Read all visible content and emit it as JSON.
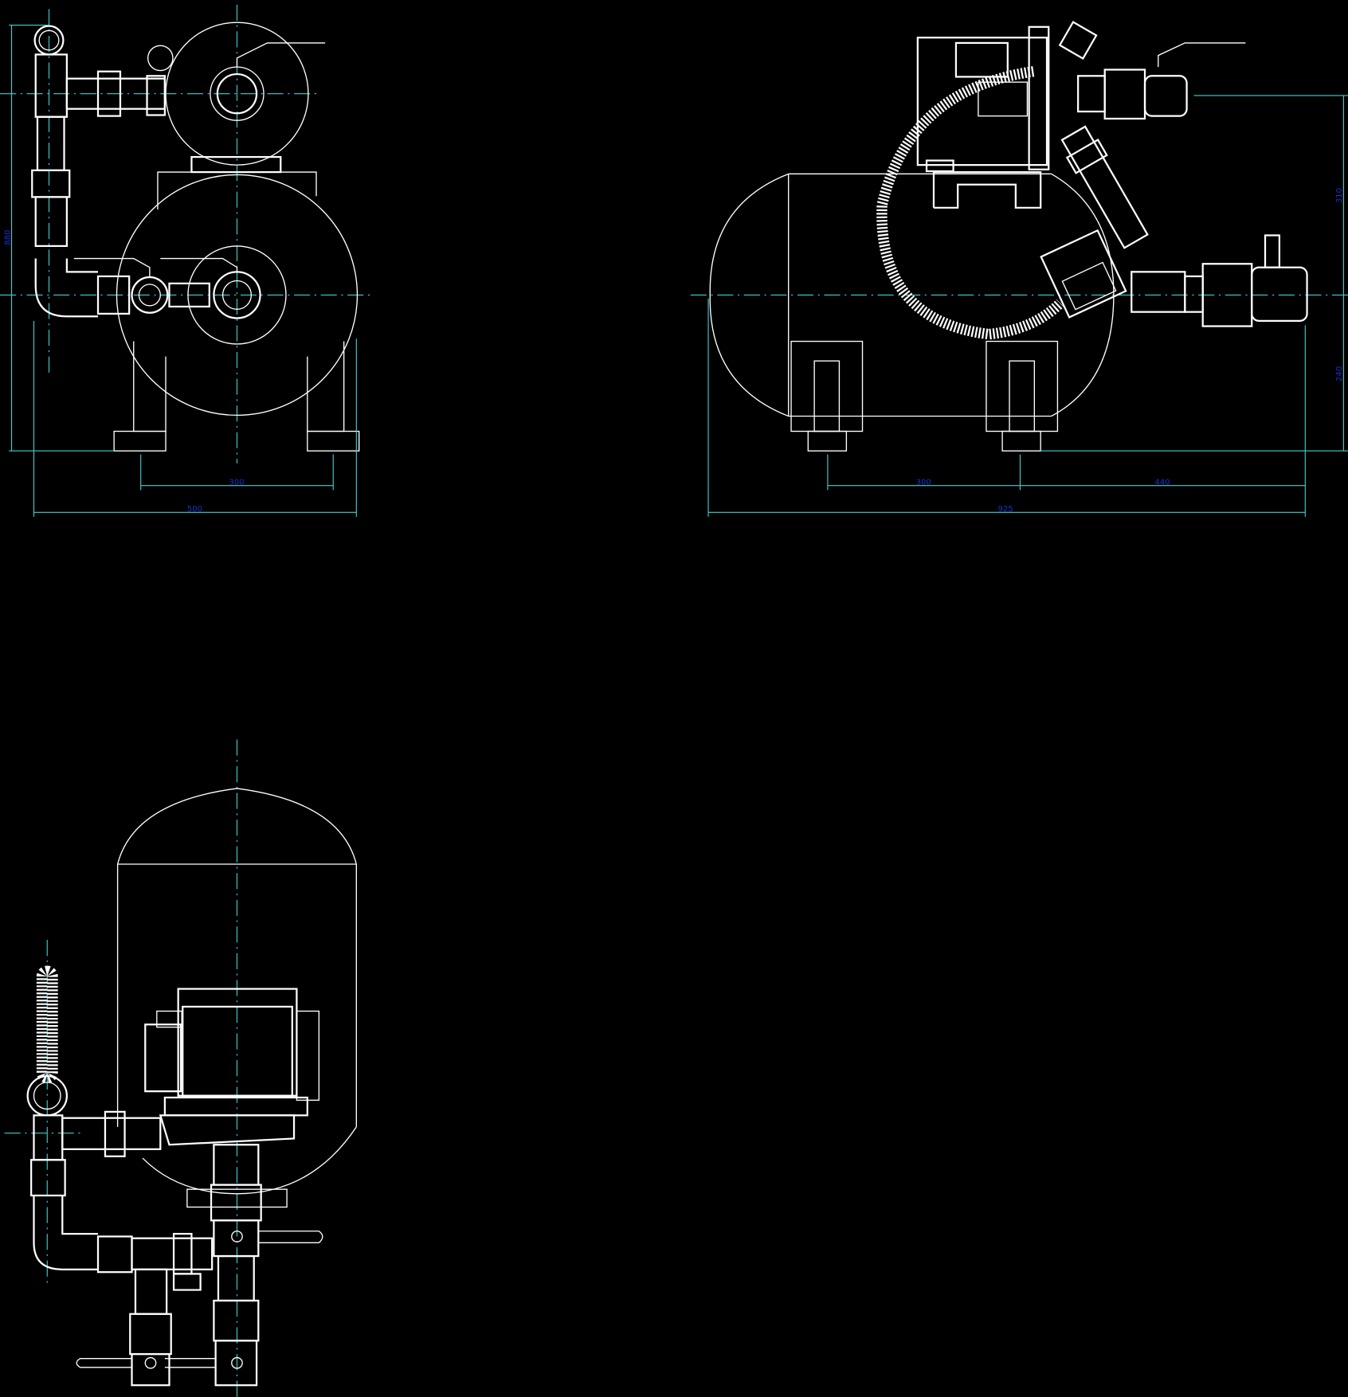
{
  "drawing": {
    "background": "#000000",
    "line_color": "#ffffff",
    "dimension_color": "#3fd0d0",
    "dimension_text_color": "#1a2fd0",
    "front_view": {
      "dimensions": {
        "height": "880",
        "leg_spacing": "300",
        "width": "500"
      }
    },
    "side_view": {
      "dimensions": {
        "leg_spacing": "300",
        "outlet_offset": "440",
        "length": "925",
        "upper_height": "310",
        "lower_height": "240"
      }
    },
    "top_view": {}
  }
}
